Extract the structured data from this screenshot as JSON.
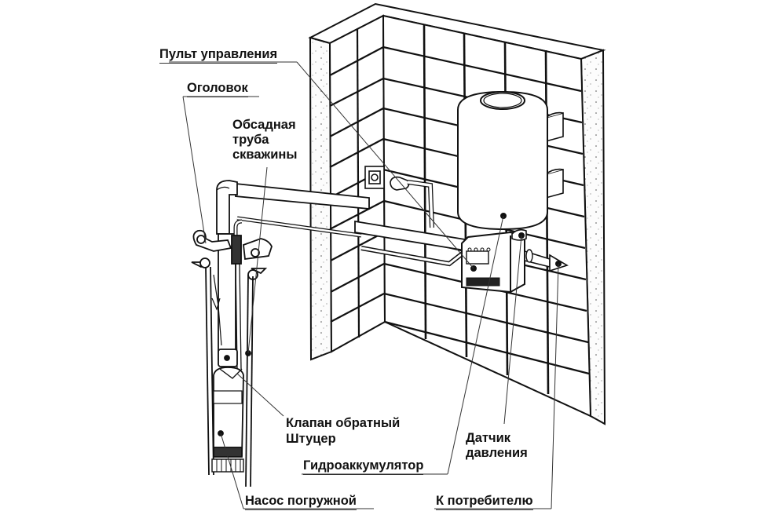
{
  "title": "Схема водоснабжения из скважины",
  "colors": {
    "ink": "#111111",
    "leader": "#333333",
    "background": "#ffffff",
    "concrete": "#fbfbfb"
  },
  "labels": {
    "control_panel": "Пульт управления",
    "well_head": "Оголовок",
    "casing_pipe": [
      "Обсадная",
      "труба",
      "скважины"
    ],
    "check_valve": "Клапан обратный",
    "fitting": "Штуцер",
    "accumulator": "Гидроаккумулятор",
    "pressure_sensor": [
      "Датчик",
      "давления"
    ],
    "submersible_pump": "Насос погружной",
    "to_consumer": "К потребителю"
  }
}
